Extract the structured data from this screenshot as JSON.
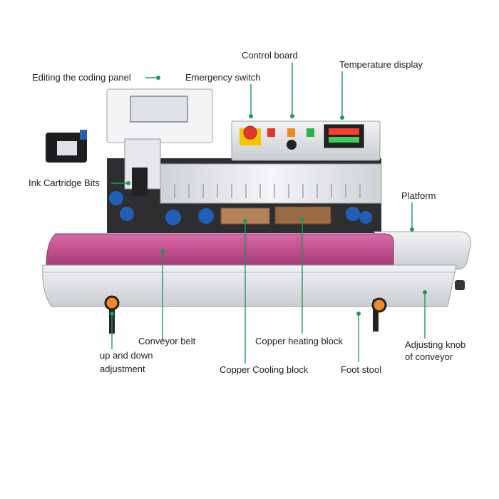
{
  "labels": {
    "editing_panel": "Editing the coding panel",
    "emergency_switch": "Emergency switch",
    "control_board": "Control board",
    "temperature_display": "Temperature display",
    "ink_cartridge": "Ink Cartridge Bits",
    "platform": "Platform",
    "conveyor_belt": "Conveyor belt",
    "copper_heating": "Copper heating block",
    "updown_line1": "up and down",
    "updown_line2": "adjustment",
    "adjust_knob_line1": "Adjusting knob",
    "adjust_knob_line2": "of conveyor",
    "copper_cooling": "Copper Cooling block",
    "foot_stool": "Foot stool"
  },
  "colors": {
    "callout": "#1f9a5a",
    "belt": "#c2508f",
    "steel": "#d9dbde",
    "dark_steel": "#3a3a3a",
    "roller": "#1f5fb8",
    "knob": "#f08a24",
    "copper": "#b5835a",
    "emergency": "#e8352b"
  }
}
